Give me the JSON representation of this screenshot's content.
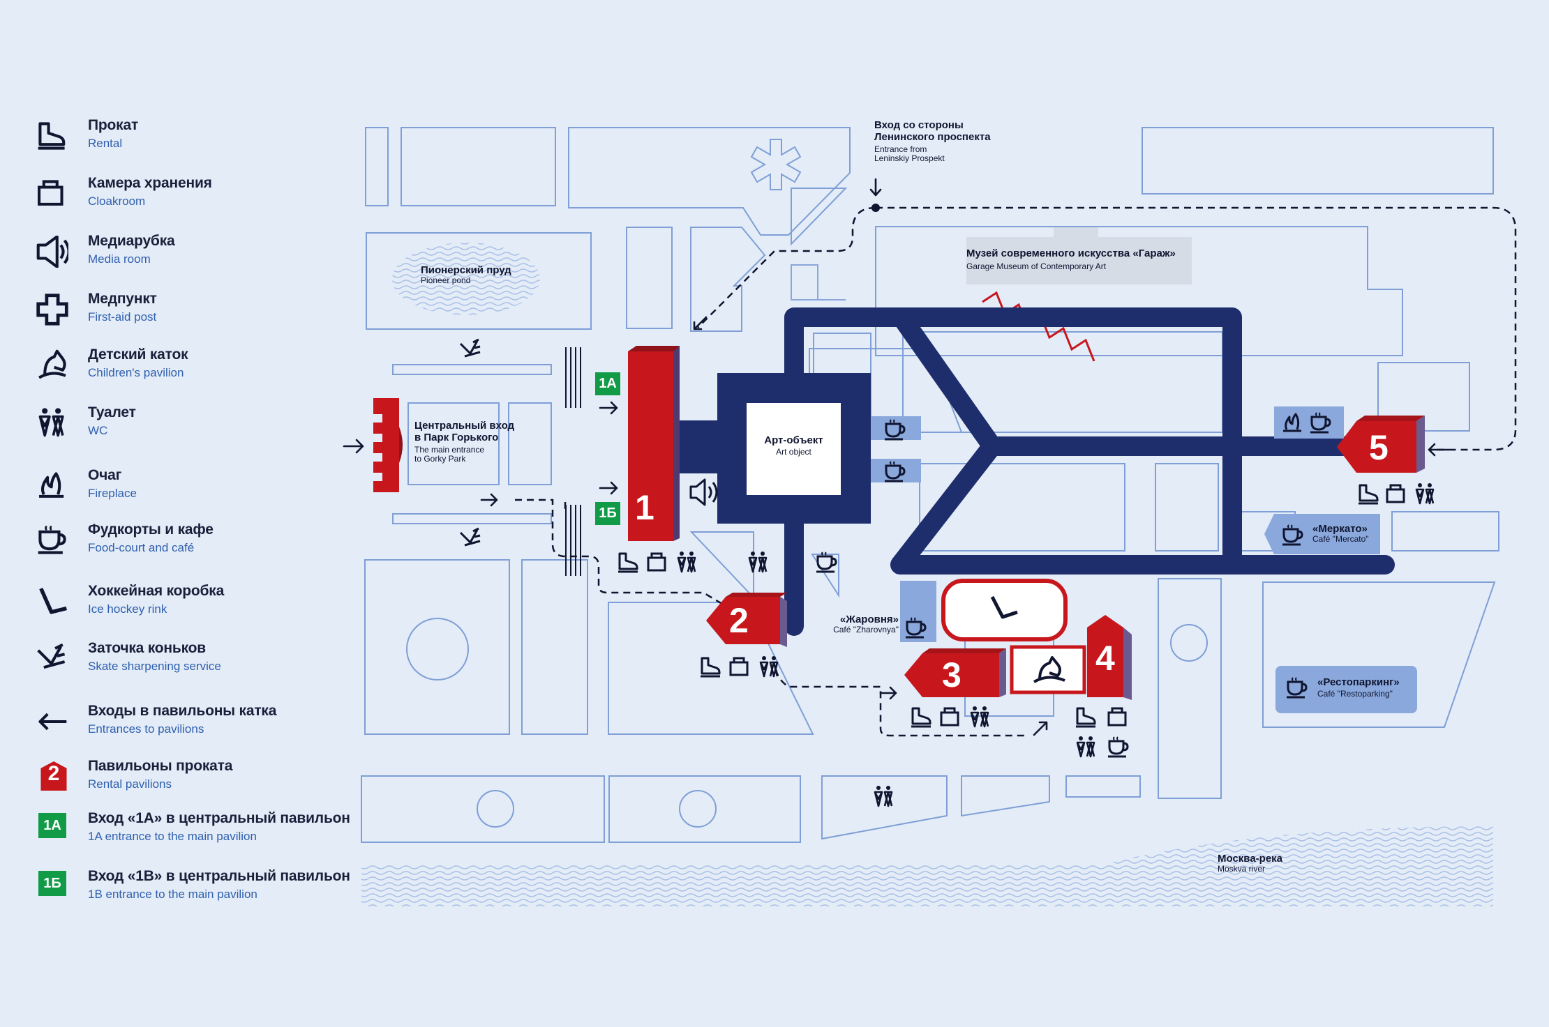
{
  "legend": {
    "items": [
      {
        "icon": "skate-rental-icon",
        "ru": "Прокат",
        "en": "Rental"
      },
      {
        "icon": "cloakroom-icon",
        "ru": "Камера хранения",
        "en": "Cloakroom"
      },
      {
        "icon": "speaker-icon",
        "ru": "Медиарубка",
        "en": "Media room"
      },
      {
        "icon": "first-aid-cross-icon",
        "ru": "Медпункт",
        "en": "First-aid post"
      },
      {
        "icon": "rocking-horse-icon",
        "ru": "Детский каток",
        "en": "Children's pavilion"
      },
      {
        "icon": "wc-icon",
        "ru": "Туалет",
        "en": "WC"
      },
      {
        "icon": "fireplace-icon",
        "ru": "Очаг",
        "en": "Fireplace"
      },
      {
        "icon": "coffee-cup-icon",
        "ru": "Фудкорты и кафе",
        "en": "Food-court and café"
      },
      {
        "icon": "hockey-stick-icon",
        "ru": "Хоккейная коробка",
        "en": "Ice hockey rink"
      },
      {
        "icon": "skate-sharpening-icon",
        "ru": "Заточка коньков",
        "en": "Skate sharpening service"
      },
      {
        "icon": "arrow-left-icon",
        "ru": "Входы в павильоны катка",
        "en": "Entrances to pavilions"
      },
      {
        "icon": "pavilion-badge-icon",
        "ru": "Павильоны проката",
        "en": "Rental pavilions",
        "badge": "2"
      },
      {
        "icon": "entrance-1a-badge-icon",
        "ru": "Вход «1А» в центральный павильон",
        "en": "1A entrance to the main pavilion",
        "badge": "1А"
      },
      {
        "icon": "entrance-1b-badge-icon",
        "ru": "Вход «1В» в центральный павильон",
        "en": "1B entrance to the main pavilion",
        "badge": "1Б"
      }
    ]
  },
  "map": {
    "pioneer_pond": {
      "ru": "Пионерский пруд",
      "en": "Pioneer pond"
    },
    "main_entrance": {
      "ru1": "Центральный вход",
      "ru2": "в Парк Горького",
      "en1": "The main entrance",
      "en2": "to Gorky Park"
    },
    "leninsky_entrance": {
      "ru1": "Вход со стороны",
      "ru2": "Ленинского проспекта",
      "en1": "Entrance from",
      "en2": "Leninskiy Prospekt"
    },
    "garage_museum": {
      "ru": "Музей современного искусства «Гараж»",
      "en": "Garage Museum of Contemporary Art"
    },
    "art_object": {
      "ru": "Арт-объект",
      "en": "Art object"
    },
    "zharovnya": {
      "ru": "«Жаровня»",
      "en": "Café \"Zharovnya\""
    },
    "mercato": {
      "ru": "«Меркато»",
      "en": "Café \"Mercato\""
    },
    "restoparking": {
      "ru": "«Рестопаркинг»",
      "en": "Café \"Restoparking\""
    },
    "moskva_river": {
      "ru": "Москва-река",
      "en": "Moskva river"
    },
    "entrance_1a": "1А",
    "entrance_1b": "1Б",
    "pavilions": [
      "1",
      "2",
      "3",
      "4",
      "5"
    ]
  },
  "colors": {
    "background": "#e3ecf7",
    "outline": "#7f9fd6",
    "rink": "#1e2d6b",
    "pavilion_red": "#c8161d",
    "badge_green": "#119b47",
    "cafe_box": "#8aa8dc",
    "river": "#a9bfe6"
  }
}
